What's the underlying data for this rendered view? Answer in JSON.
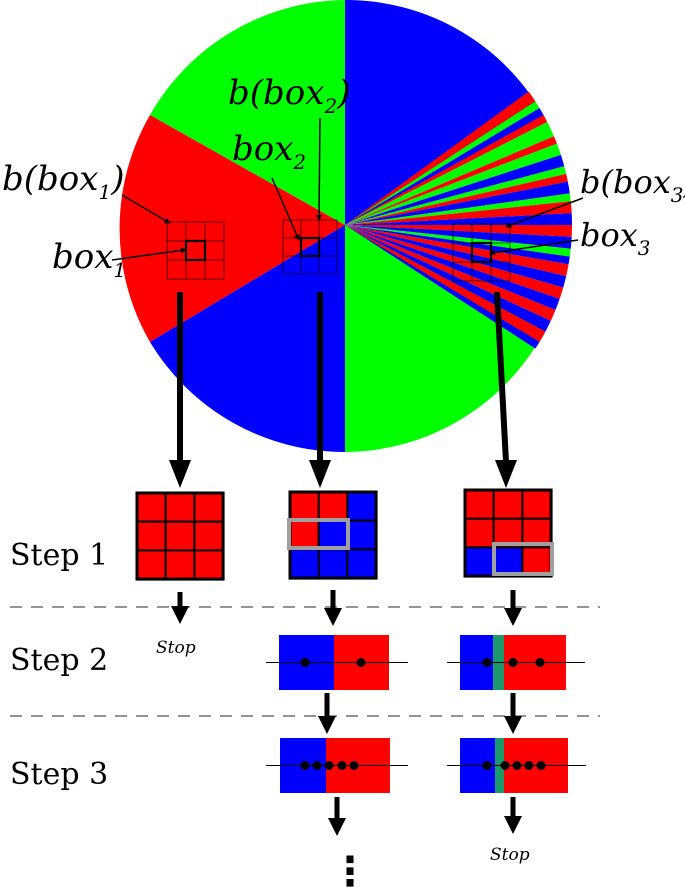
{
  "labels": {
    "b_box1": "b(box",
    "b_box1_sub": "1",
    "b_box1_close": ")",
    "box1": "box",
    "box1_sub": "1",
    "b_box2": "b(box",
    "b_box2_sub": "2",
    "b_box2_close": ")",
    "box2": "box",
    "box2_sub": "2",
    "b_box3": "b(box",
    "b_box3_sub": "3",
    "b_box3_close": ")",
    "box3": "box",
    "box3_sub": "3"
  },
  "steps": [
    "Step 1",
    "Step 2",
    "Step 3"
  ],
  "stop_label": "Stop",
  "ellipsis": "⋮",
  "colors": {
    "red": "#ff0000",
    "green": "#00ff00",
    "blue": "#0000ff",
    "teal": "#1a9a6a",
    "grid_line": "#000000",
    "highlight_box": "#a0a0a0"
  }
}
